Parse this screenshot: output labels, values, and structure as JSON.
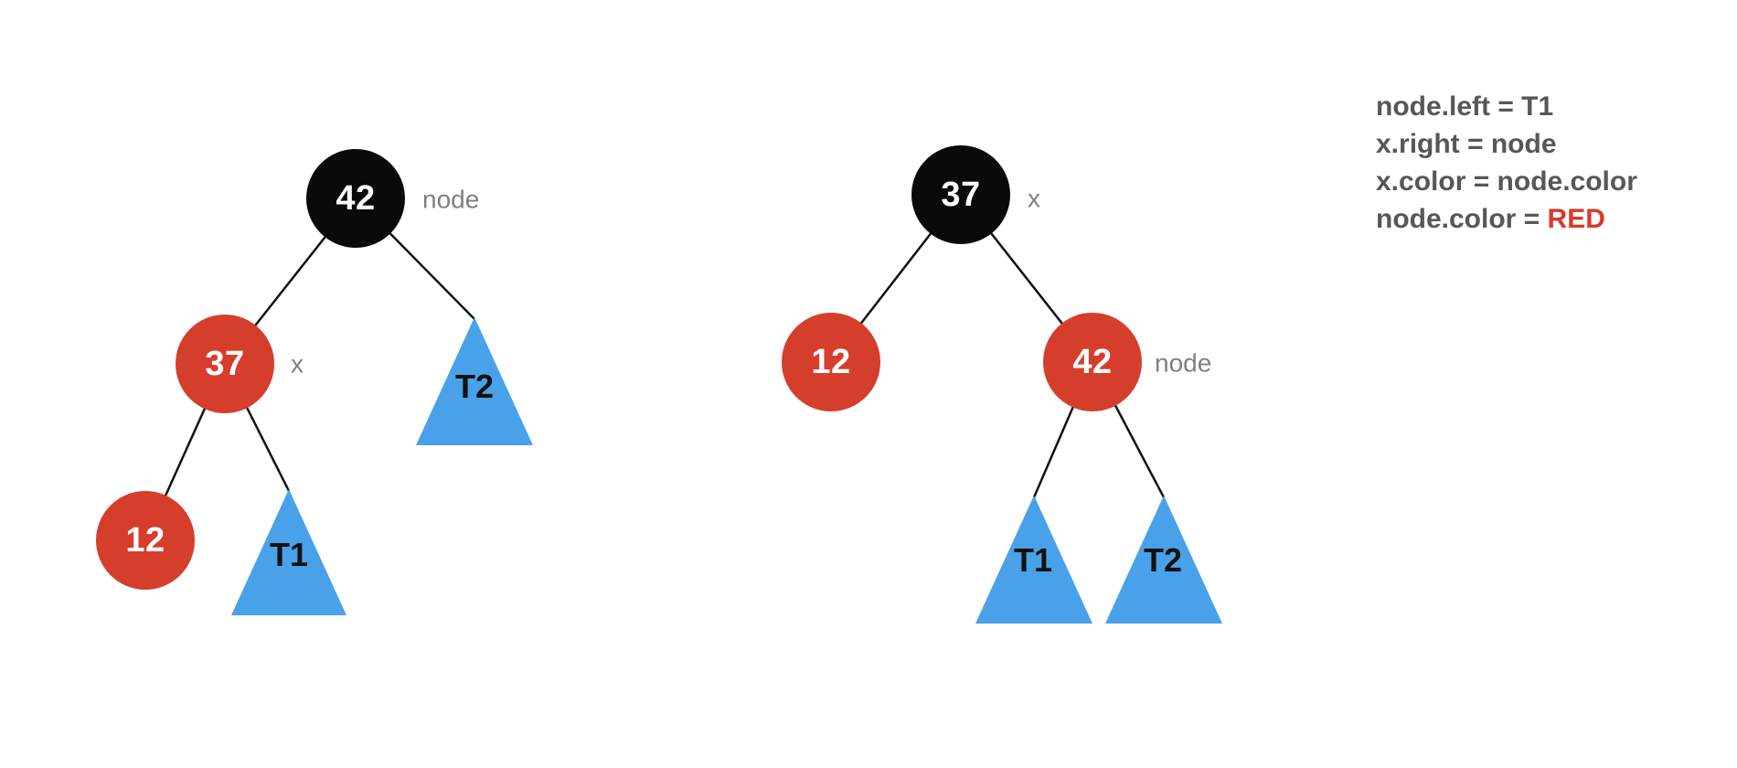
{
  "colors": {
    "background": "#ffffff",
    "black_node": "#0a0a0a",
    "red_node": "#d63e2c",
    "subtree_blue": "#49a2e9",
    "edge": "#111111",
    "pointer_label": "#7f7f84",
    "code_text": "#57575a",
    "code_red": "#d83a28",
    "node_value_text": "#ffffff",
    "triangle_label_text": "#111111"
  },
  "left_tree": {
    "root": {
      "value": "42",
      "color_name": "black",
      "pointer": "node"
    },
    "left_child": {
      "value": "37",
      "color_name": "red",
      "pointer": "x"
    },
    "left_left_child": {
      "value": "12",
      "color_name": "red"
    },
    "left_right_subtree": "T1",
    "right_subtree": "T2"
  },
  "right_tree": {
    "root": {
      "value": "37",
      "color_name": "black",
      "pointer": "x"
    },
    "left_child": {
      "value": "12",
      "color_name": "red"
    },
    "right_child": {
      "value": "42",
      "color_name": "red",
      "pointer": "node"
    },
    "right_left_subtree": "T1",
    "right_right_subtree": "T2"
  },
  "code": {
    "line1": "node.left = T1",
    "line2": "x.right = node",
    "line3": "x.color = node.color",
    "line4_prefix": "node.color = ",
    "line4_value": "RED"
  }
}
